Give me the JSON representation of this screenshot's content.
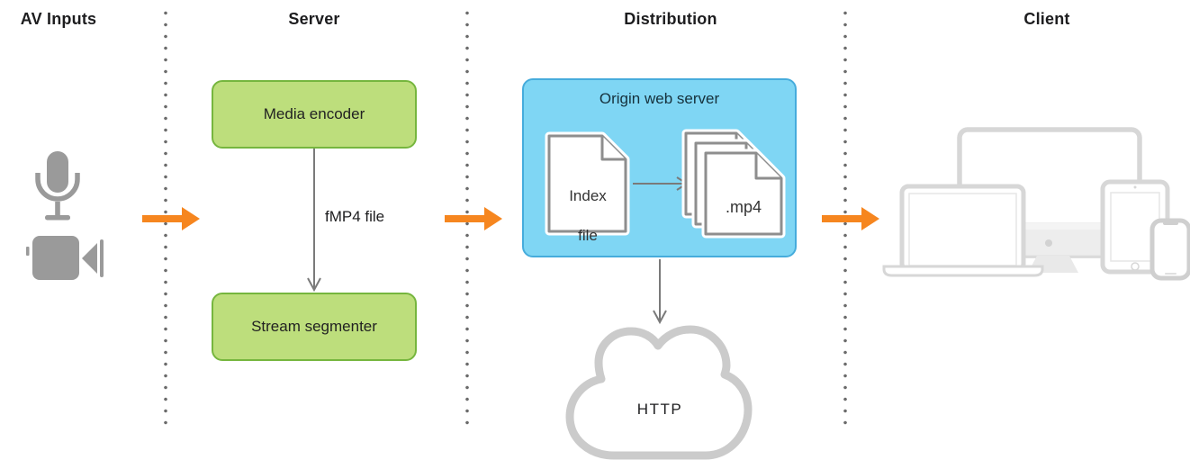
{
  "sections": {
    "av_inputs": {
      "label": "AV Inputs"
    },
    "server": {
      "label": "Server",
      "encoder": "Media encoder",
      "segmenter": "Stream segmenter",
      "flow_label": "fMP4 file"
    },
    "distribution": {
      "label": "Distribution",
      "origin_server": "Origin web server",
      "index_file_line1": "Index",
      "index_file_line2": "file",
      "media_segments": ".mp4",
      "cloud": "HTTP"
    },
    "client": {
      "label": "Client"
    }
  },
  "icons": {
    "av_inputs": [
      "microphone-icon",
      "video-camera-icon"
    ],
    "client": [
      "tv-icon",
      "imac-icon",
      "laptop-icon",
      "ipad-icon",
      "iphone-icon"
    ],
    "flow": [
      "orange-arrow-icon",
      "gray-arrow-icon",
      "cloud-icon",
      "document-icon",
      "document-stack-icon"
    ]
  },
  "colors": {
    "ink": "#1d1d1f",
    "green_fill": "#bdde7c",
    "green_border": "#76b63e",
    "blue_fill": "#7fd6f4",
    "blue_border": "#46acdc",
    "orange": "#f6861f",
    "arrow_gray": "#7a7a7a",
    "dot_gray": "#6b6b6b",
    "doc_border": "#8e8e8e",
    "cloud_gray": "#cbcbcb",
    "icon_gray": "#9a9a9a",
    "device_gray": "#d7d7d7"
  }
}
